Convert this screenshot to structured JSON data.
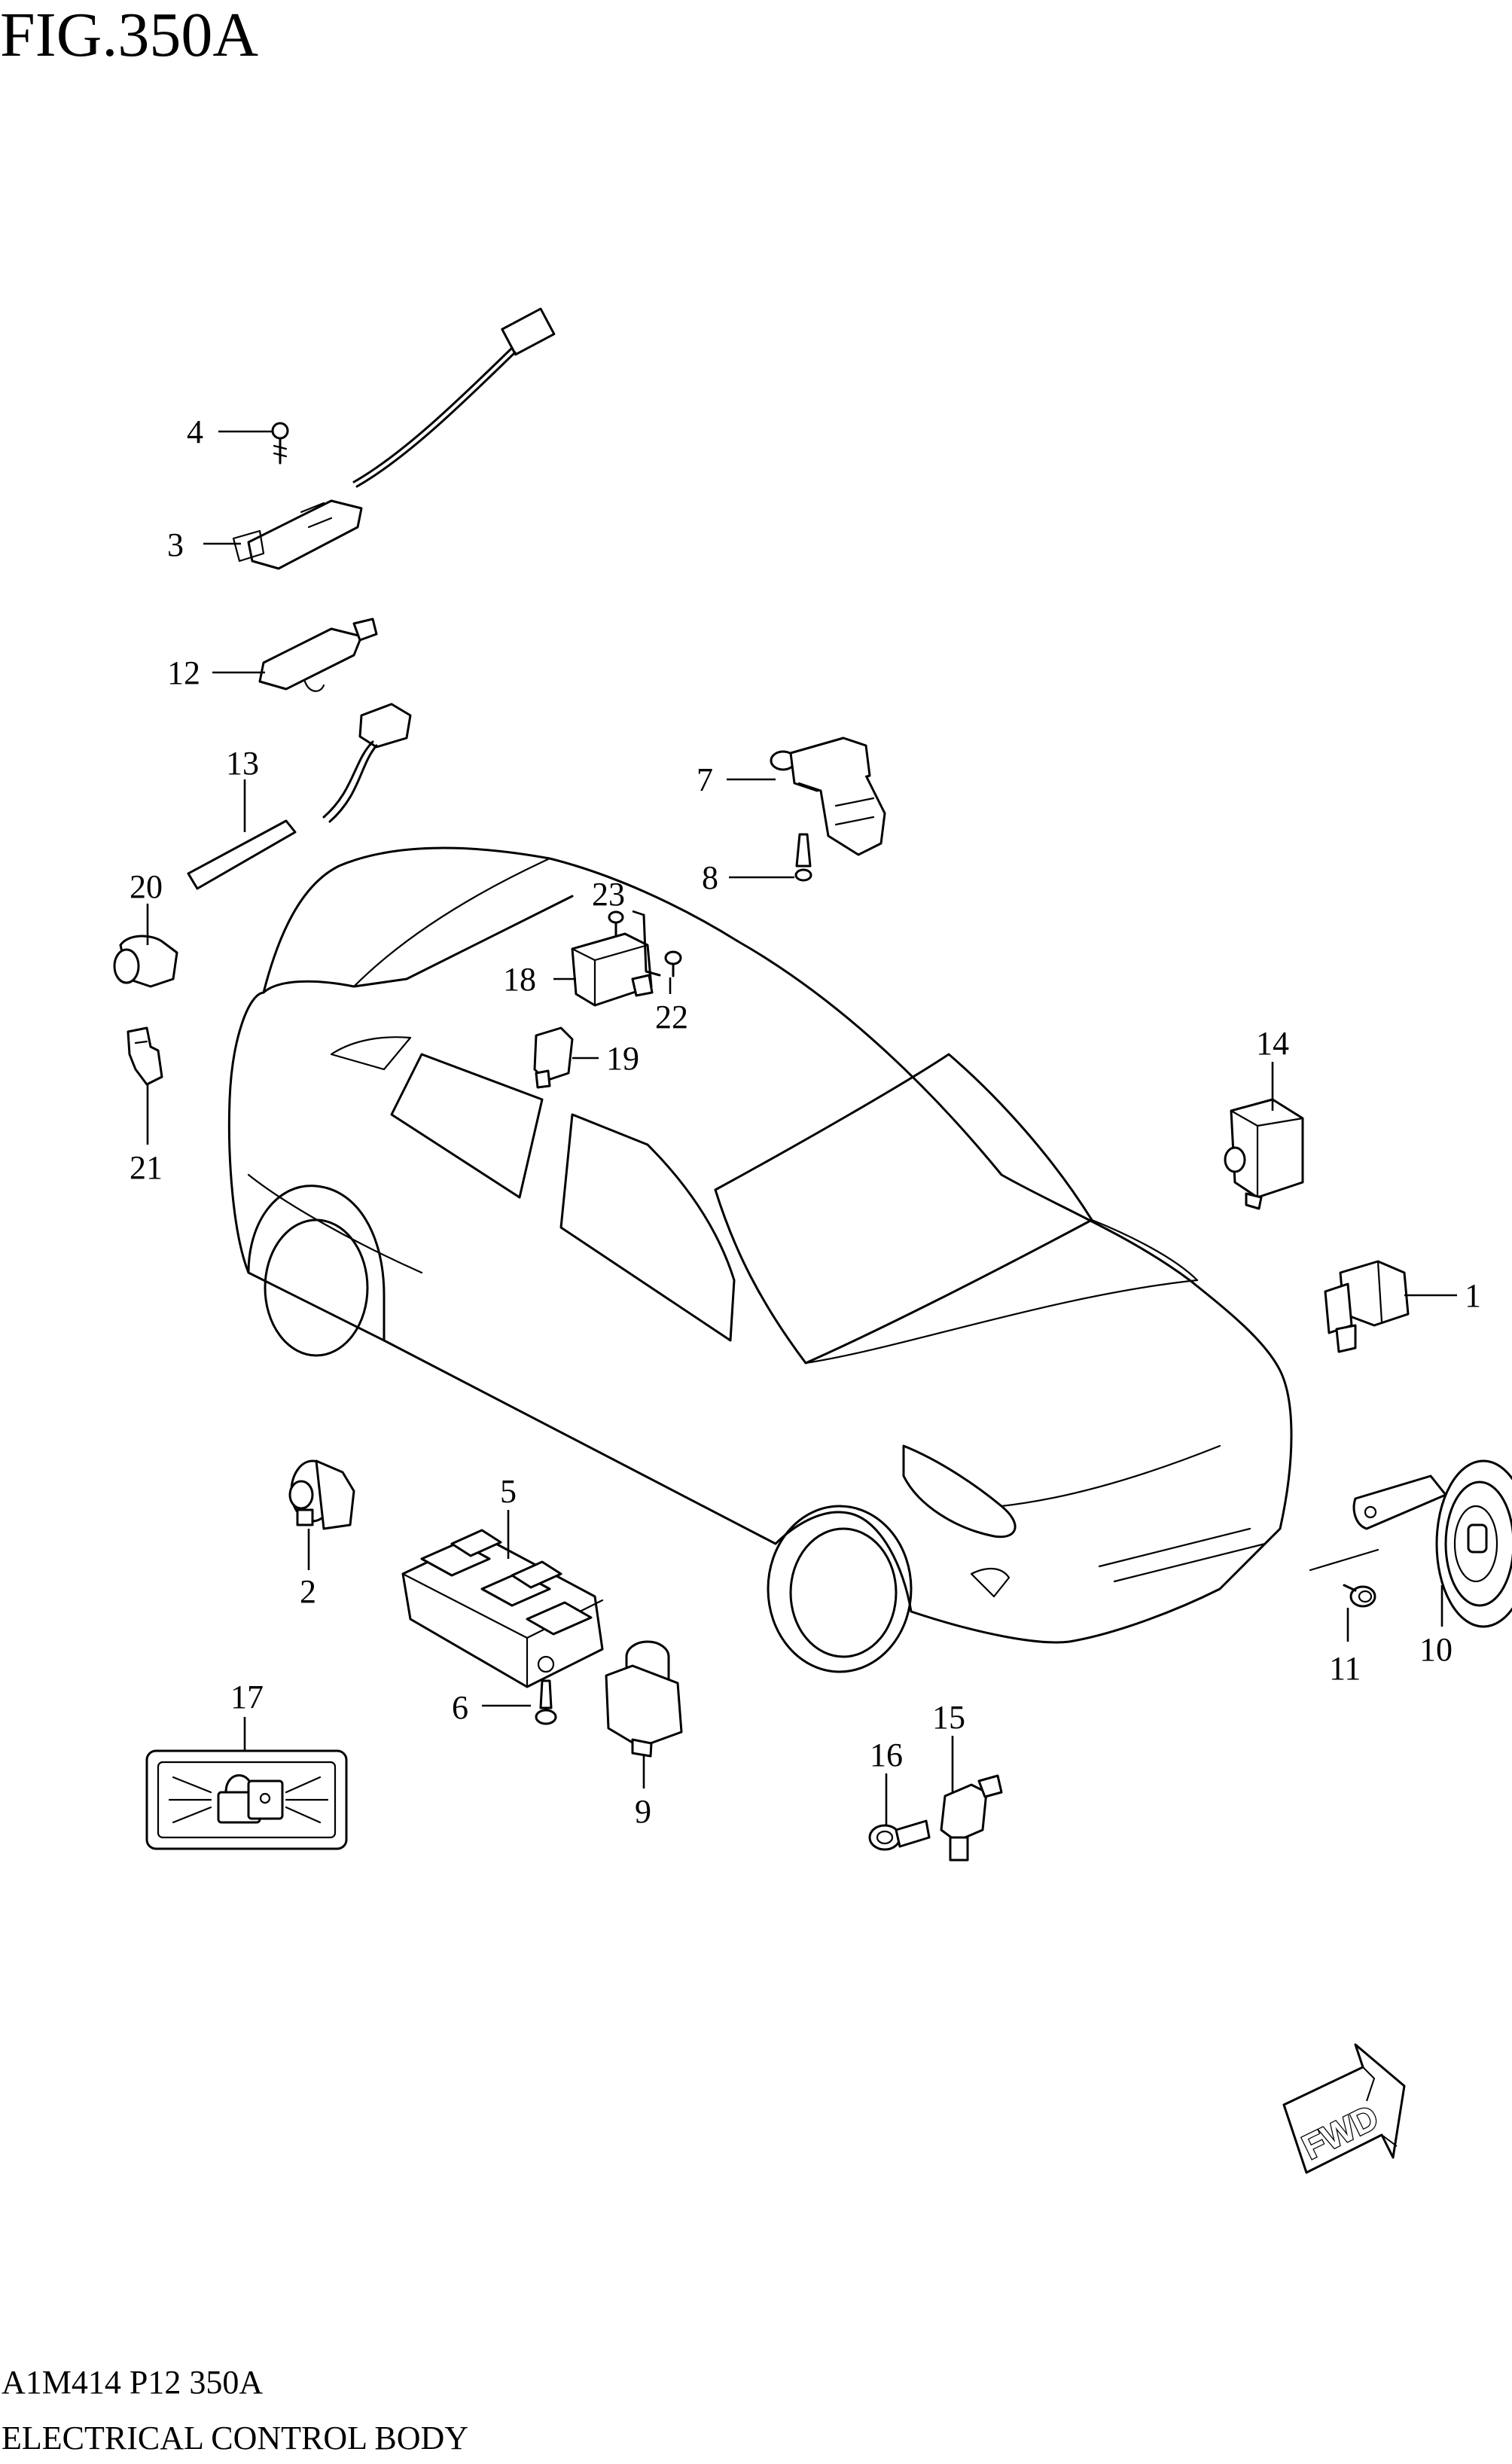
{
  "figure": {
    "title": "FIG.350A"
  },
  "callouts": [
    {
      "id": "c1",
      "label": "1"
    },
    {
      "id": "c2",
      "label": "2"
    },
    {
      "id": "c3",
      "label": "3"
    },
    {
      "id": "c4",
      "label": "4"
    },
    {
      "id": "c5",
      "label": "5"
    },
    {
      "id": "c6",
      "label": "6"
    },
    {
      "id": "c7",
      "label": "7"
    },
    {
      "id": "c8",
      "label": "8"
    },
    {
      "id": "c9",
      "label": "9"
    },
    {
      "id": "c10",
      "label": "10"
    },
    {
      "id": "c11",
      "label": "11"
    },
    {
      "id": "c12",
      "label": "12"
    },
    {
      "id": "c13",
      "label": "13"
    },
    {
      "id": "c14",
      "label": "14"
    },
    {
      "id": "c15",
      "label": "15"
    },
    {
      "id": "c16",
      "label": "16"
    },
    {
      "id": "c17",
      "label": "17"
    },
    {
      "id": "c18",
      "label": "18"
    },
    {
      "id": "c19",
      "label": "19"
    },
    {
      "id": "c20",
      "label": "20"
    },
    {
      "id": "c21",
      "label": "21"
    },
    {
      "id": "c22",
      "label": "22"
    },
    {
      "id": "c23",
      "label": "23"
    }
  ],
  "direction_badge": {
    "label": "FWD"
  },
  "footer": {
    "code": "A1M414 P12 350A",
    "caption": "ELECTRICAL CONTROL BODY"
  }
}
